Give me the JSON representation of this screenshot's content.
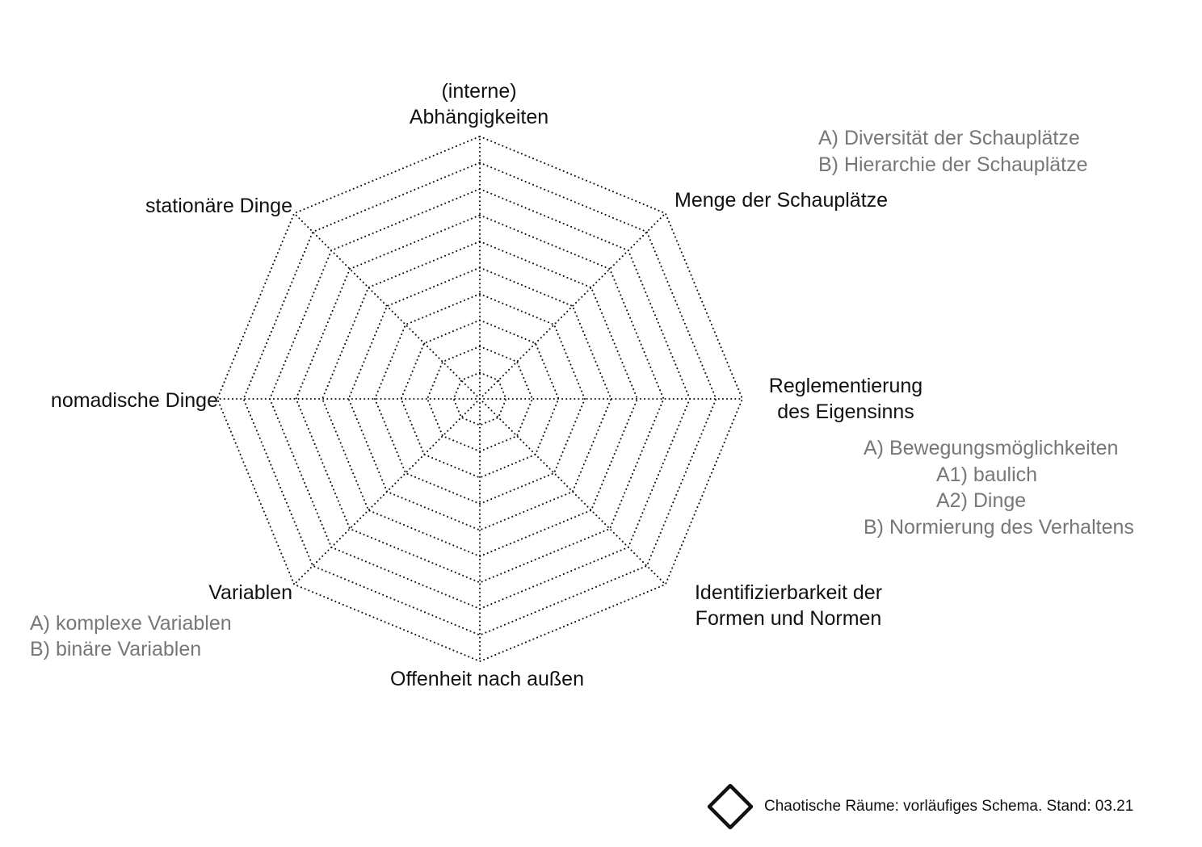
{
  "axes": [
    {
      "id": "abhaengigkeiten",
      "lines": [
        "(interne)",
        "Abhängigkeiten"
      ]
    },
    {
      "id": "schauplaetze",
      "lines": [
        "Menge der Schauplätze"
      ]
    },
    {
      "id": "eigensinn",
      "lines": [
        "Reglementierung",
        "des Eigensinns"
      ]
    },
    {
      "id": "identifizierbarkeit",
      "lines": [
        "Identifizierbarkeit der",
        "Formen und Normen"
      ]
    },
    {
      "id": "offenheit",
      "lines": [
        "Offenheit nach außen"
      ]
    },
    {
      "id": "variablen",
      "lines": [
        "Variablen"
      ]
    },
    {
      "id": "nomadisch",
      "lines": [
        "nomadische Dinge"
      ]
    },
    {
      "id": "stationaer",
      "lines": [
        "stationäre Dinge"
      ]
    }
  ],
  "sublists": {
    "schauplaetze": [
      "A) Diversität der Schauplätze",
      "B) Hierarchie der Schauplätze"
    ],
    "eigensinn": [
      "A) Bewegungsmöglichkeiten",
      "A1) baulich",
      "A2) Dinge",
      "B) Normierung des Verhaltens"
    ],
    "variablen": [
      "A) komplexe Variablen",
      "B) binäre Variablen"
    ]
  },
  "footer": {
    "icon": "diamond-icon",
    "text": "Chaotische Räume: vorläufiges Schema. Stand: 03.21"
  },
  "colors": {
    "text": "#111111",
    "subtext": "#777777",
    "grid": "#111111"
  }
}
